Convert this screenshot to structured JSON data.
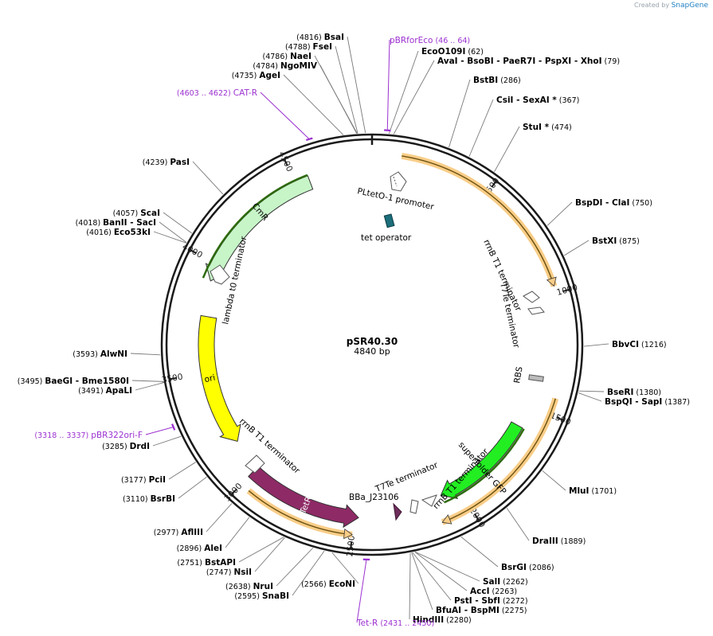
{
  "credit": {
    "prefix": "Created by",
    "brand": "SnapGene"
  },
  "plasmid": {
    "name": "pSR40.30",
    "length_label": "4840 bp",
    "length": 4840
  },
  "colors": {
    "backbone": "#1a1a1a",
    "primer": "#9b30d0",
    "line": "#7a7a7a",
    "cmr": "#c7f5c8",
    "ori": "#ffff00",
    "tetr": "#8e2a66",
    "gfp": "#22ee22",
    "terminator": "#ffffff",
    "highlight": "#f9cd87",
    "tick_label": "#1a1a1a"
  },
  "ruler": [
    "500",
    "1000",
    "1500",
    "2000",
    "2500",
    "3000",
    "3500",
    "4000",
    "4500"
  ],
  "sites": [
    {
      "pre": "(4816)",
      "name": "BsaI",
      "post": ""
    },
    {
      "pre": "(4788)",
      "name": "FseI",
      "post": ""
    },
    {
      "pre": "(4786)",
      "name": "NaeI",
      "post": ""
    },
    {
      "pre": "(4784)",
      "name": "NgoMIV",
      "post": ""
    },
    {
      "pre": "(4735)",
      "name": "AgeI",
      "post": ""
    },
    {
      "pre": "",
      "name": "EcoO109I",
      "post": "(62)"
    },
    {
      "pre": "",
      "name": "AvaI   - BsoBI   - PaeR7I   - PspXI   - XhoI",
      "post": "(79)"
    },
    {
      "pre": "",
      "name": "BstBI",
      "post": "(286)"
    },
    {
      "pre": "",
      "name": "CsiI   - SexAI *",
      "post": "(367)"
    },
    {
      "pre": "",
      "name": "StuI *",
      "post": "(474)"
    },
    {
      "pre": "",
      "name": "BspDI   - ClaI",
      "post": "(750)"
    },
    {
      "pre": "",
      "name": "BstXI",
      "post": "(875)"
    },
    {
      "pre": "",
      "name": "BbvCI",
      "post": "(1216)"
    },
    {
      "pre": "",
      "name": "BseRI",
      "post": "(1380)"
    },
    {
      "pre": "",
      "name": "BspQI   - SapI",
      "post": "(1387)"
    },
    {
      "pre": "",
      "name": "MluI",
      "post": "(1701)"
    },
    {
      "pre": "",
      "name": "DraIII",
      "post": "(1889)"
    },
    {
      "pre": "",
      "name": "BsrGI",
      "post": "(2086)"
    },
    {
      "pre": "",
      "name": "SalI",
      "post": "(2262)"
    },
    {
      "pre": "",
      "name": "AccI",
      "post": "(2263)"
    },
    {
      "pre": "",
      "name": "PstI   - SbfI",
      "post": "(2272)"
    },
    {
      "pre": "",
      "name": "BfuAI   - BspMI",
      "post": "(2275)"
    },
    {
      "pre": "",
      "name": "HindIII",
      "post": "(2280)"
    },
    {
      "pre": "(2566)",
      "name": "EcoNI",
      "post": ""
    },
    {
      "pre": "(2595)",
      "name": "SnaBI",
      "post": ""
    },
    {
      "pre": "(2638)",
      "name": "NruI",
      "post": ""
    },
    {
      "pre": "(2747)",
      "name": "NsiI",
      "post": ""
    },
    {
      "pre": "(2751)",
      "name": "BstAPI",
      "post": ""
    },
    {
      "pre": "(2896)",
      "name": "AleI",
      "post": ""
    },
    {
      "pre": "(2977)",
      "name": "AflIII",
      "post": ""
    },
    {
      "pre": "(3110)",
      "name": "BsrBI",
      "post": ""
    },
    {
      "pre": "(3177)",
      "name": "PciI",
      "post": ""
    },
    {
      "pre": "(3285)",
      "name": "DrdI",
      "post": ""
    },
    {
      "pre": "(3491)",
      "name": "ApaLI",
      "post": ""
    },
    {
      "pre": "(3495)",
      "name": "BaeGI   - Bme1580I",
      "post": ""
    },
    {
      "pre": "(3593)",
      "name": "AlwNI",
      "post": ""
    },
    {
      "pre": "(4016)",
      "name": "Eco53kI",
      "post": ""
    },
    {
      "pre": "(4018)",
      "name": "BanII   - SacI",
      "post": ""
    },
    {
      "pre": "(4057)",
      "name": "ScaI",
      "post": ""
    },
    {
      "pre": "(4239)",
      "name": "PasI",
      "post": ""
    }
  ],
  "primers": [
    {
      "name": "pBRforEco",
      "range": "(46 .. 64)"
    },
    {
      "name": "CAT-R",
      "range": "(4603 .. 4622)"
    },
    {
      "name": "pBR322ori-F",
      "range": "(3318 .. 3337)"
    },
    {
      "name": "Tet-R",
      "range": "(2431 .. 2450)"
    }
  ],
  "features": {
    "promoter": "PLtetO-1 promoter",
    "operator": "tet operator",
    "rrnb1": "rrnB T1 terminator",
    "t7te1": "T7Te terminator",
    "cmr": "CmR",
    "lambda": "lambda t0 terminator",
    "ori": "ori",
    "rbs": "RBS",
    "gfp": "superfolder GFP",
    "t7te2": "T7Te terminator",
    "rrnb2": "rrnB T1 terminator",
    "bba": "BBa_J23106",
    "tetr": "TetR",
    "rrnb3": "rrnB T1 terminator"
  }
}
